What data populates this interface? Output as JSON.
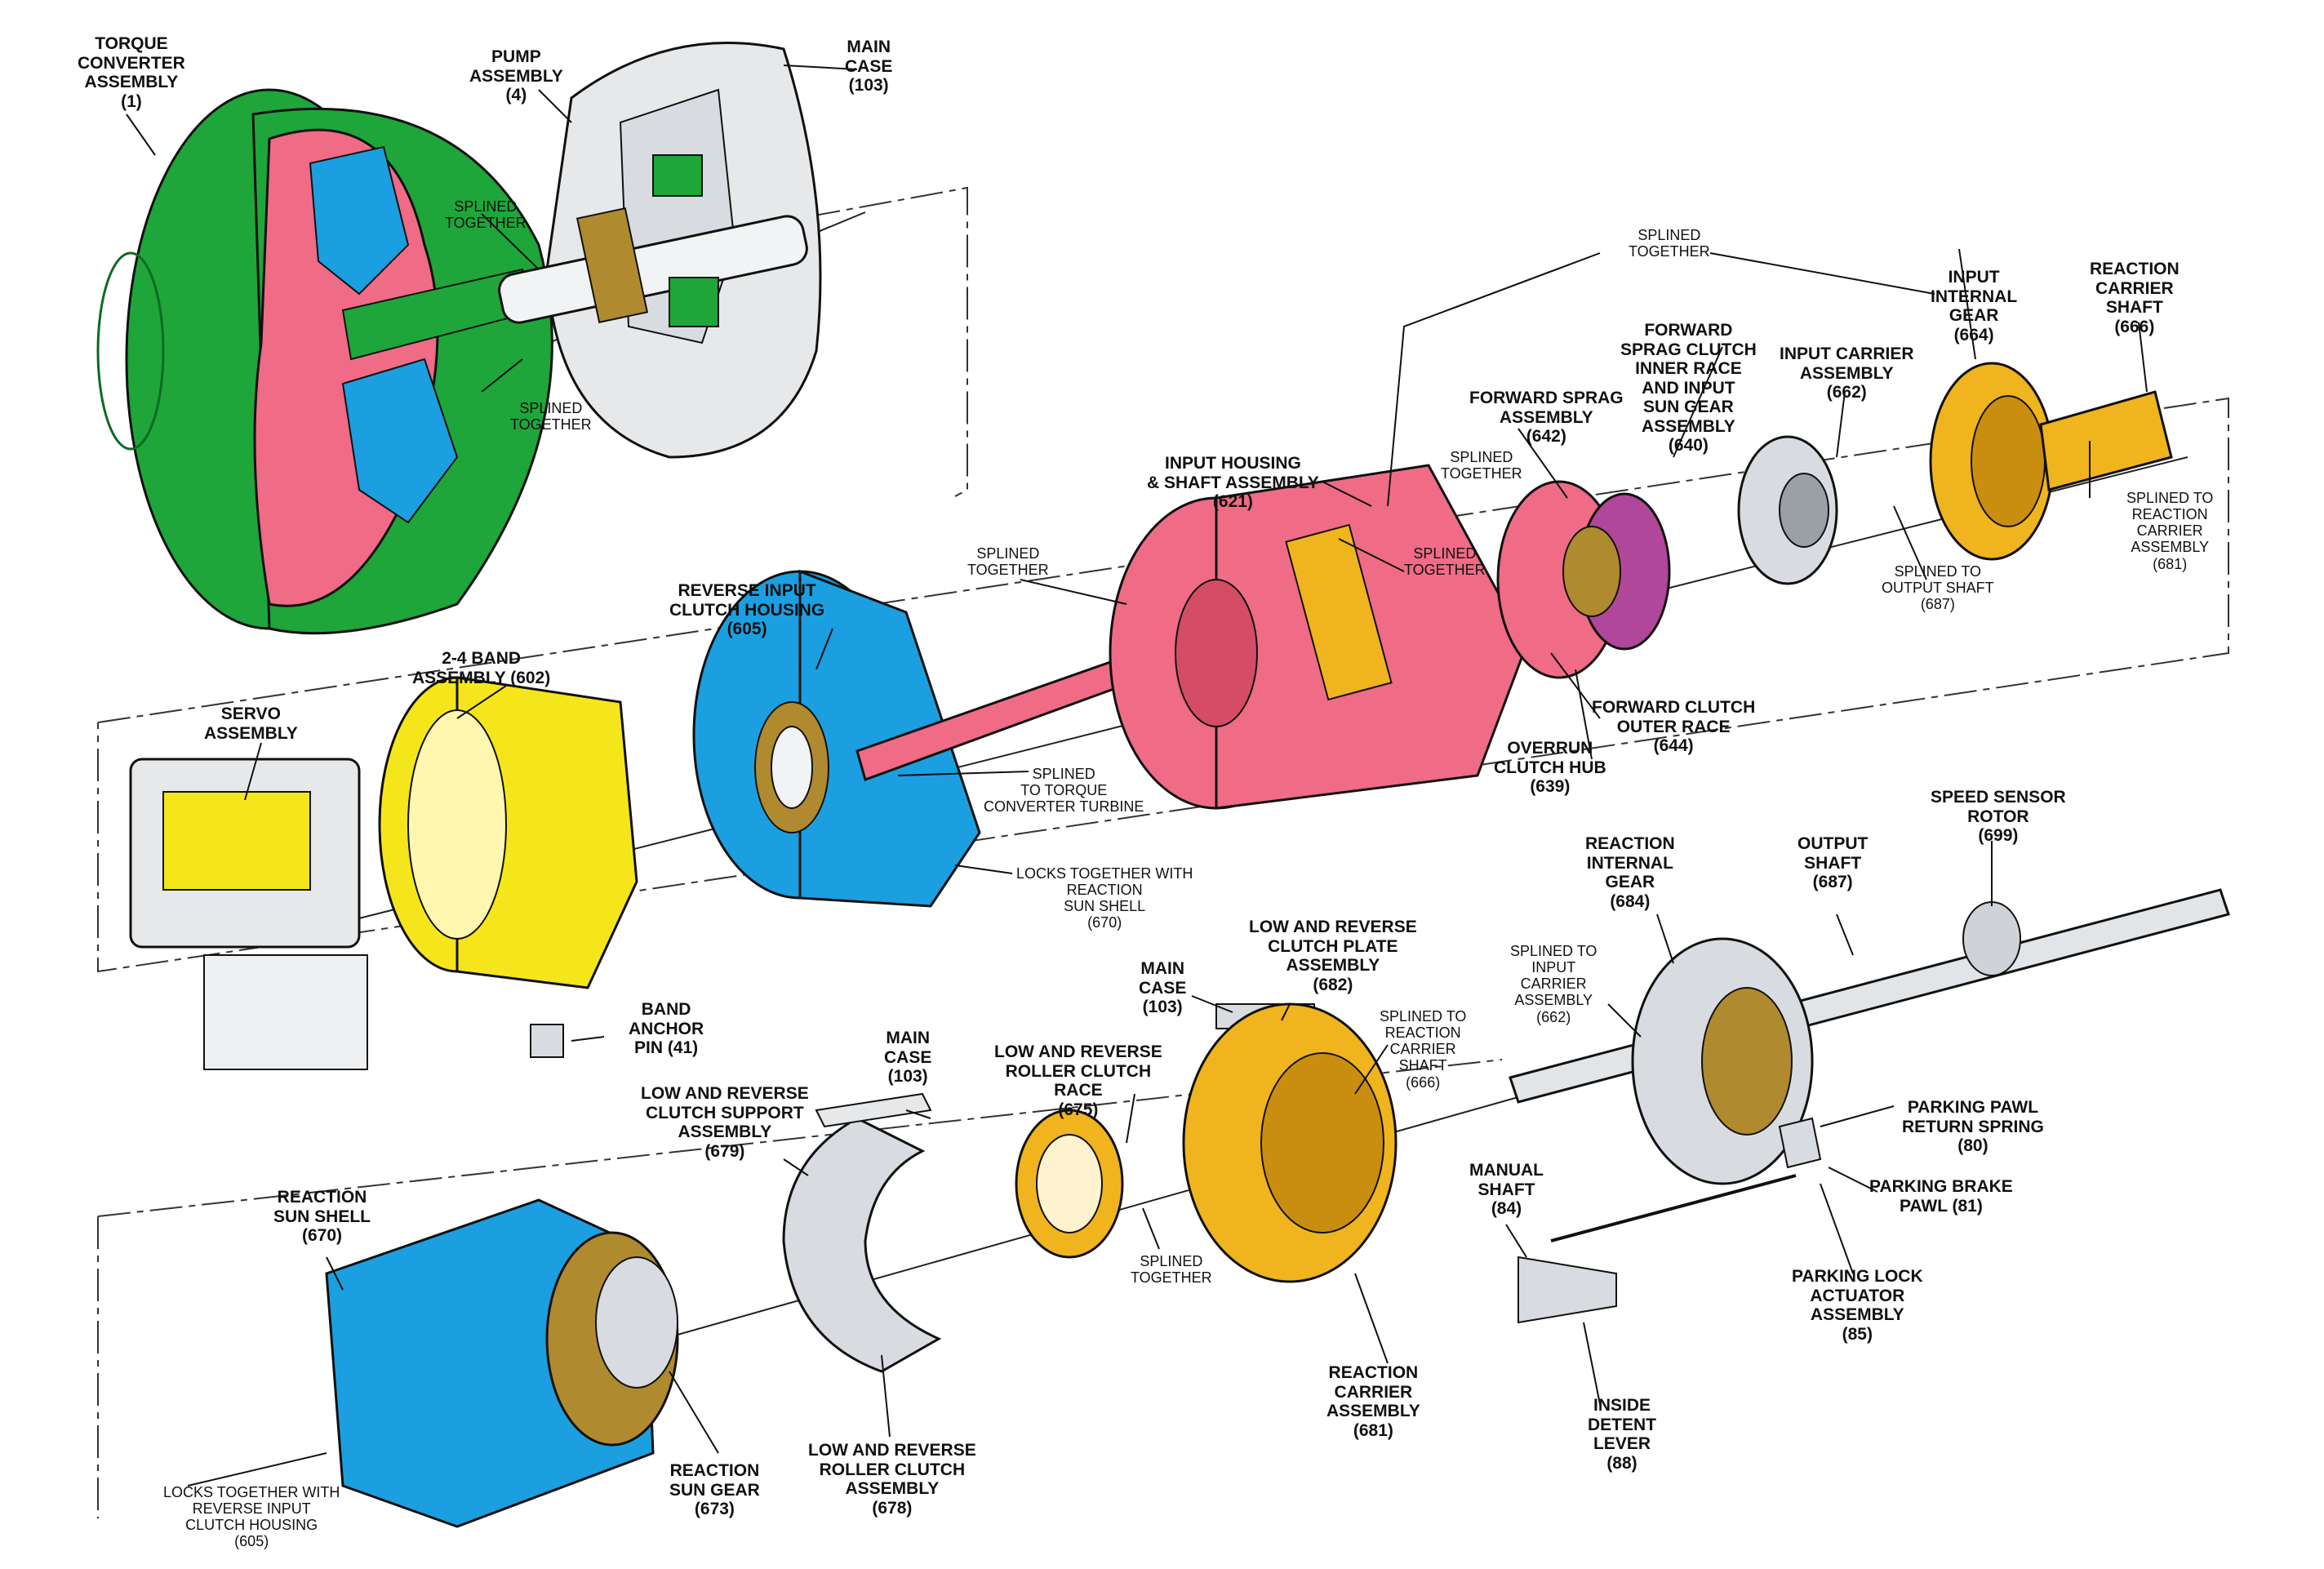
{
  "colors": {
    "green": "#1ea63a",
    "pink": "#ef6b86",
    "blue": "#1c9fe0",
    "yellow": "#f5e61c",
    "gold": "#f0b41e",
    "gray": "#d8dce0",
    "bronze": "#b08a2e",
    "line": "#111111"
  },
  "labels": {
    "torque_converter": [
      "TORQUE",
      "CONVERTER",
      "ASSEMBLY",
      "(1)"
    ],
    "pump_assembly": [
      "PUMP",
      "ASSEMBLY",
      "(4)"
    ],
    "main_case_top": [
      "MAIN",
      "CASE",
      "(103)"
    ],
    "splined_together_1": [
      "SPLINED",
      "TOGETHER"
    ],
    "splined_together_2": [
      "SPLINED",
      "TOGETHER"
    ],
    "splined_together_top": [
      "SPLINED",
      "TOGETHER"
    ],
    "input_internal_gear": [
      "INPUT",
      "INTERNAL",
      "GEAR",
      "(664)"
    ],
    "reaction_carrier_shaft": [
      "REACTION",
      "CARRIER",
      "SHAFT",
      "(666)"
    ],
    "forward_sprag_inner": [
      "FORWARD",
      "SPRAG CLUTCH",
      "INNER RACE",
      "AND INPUT",
      "SUN GEAR",
      "ASSEMBLY",
      "(640)"
    ],
    "input_carrier_assembly": [
      "INPUT CARRIER",
      "ASSEMBLY",
      "(662)"
    ],
    "forward_sprag_assembly": [
      "FORWARD SPRAG",
      "ASSEMBLY",
      "(642)"
    ],
    "splined_together_3": [
      "SPLINED",
      "TOGETHER"
    ],
    "input_housing": [
      "INPUT HOUSING",
      "& SHAFT ASSEMBLY",
      "(621)"
    ],
    "splined_to_reaction_carrier": [
      "SPLINED TO",
      "REACTION",
      "CARRIER",
      "ASSEMBLY",
      "(681)"
    ],
    "splined_to_output_shaft": [
      "SPLINED TO",
      "OUTPUT SHAFT",
      "(687)"
    ],
    "splined_together_4": [
      "SPLINED",
      "TOGETHER"
    ],
    "splined_together_5": [
      "SPLINED",
      "TOGETHER"
    ],
    "reverse_input_housing": [
      "REVERSE INPUT",
      "CLUTCH HOUSING",
      "(605)"
    ],
    "band_assembly": [
      "2-4 BAND",
      "ASSEMBLY (602)"
    ],
    "forward_clutch_outer": [
      "FORWARD CLUTCH",
      "OUTER RACE",
      "(644)"
    ],
    "overrun_clutch_hub": [
      "OVERRUN",
      "CLUTCH HUB",
      "(639)"
    ],
    "servo_assembly": [
      "SERVO",
      "ASSEMBLY"
    ],
    "splined_to_turbine": [
      "SPLINED",
      "TO TORQUE",
      "CONVERTER TURBINE"
    ],
    "locks_with_reaction": [
      "LOCKS TOGETHER WITH",
      "REACTION",
      "SUN SHELL",
      "(670)"
    ],
    "speed_sensor_rotor": [
      "SPEED SENSOR",
      "ROTOR",
      "(699)"
    ],
    "reaction_internal_gear": [
      "REACTION",
      "INTERNAL",
      "GEAR",
      "(684)"
    ],
    "output_shaft": [
      "OUTPUT",
      "SHAFT",
      "(687)"
    ],
    "low_rev_plate": [
      "LOW AND REVERSE",
      "CLUTCH PLATE",
      "ASSEMBLY",
      "(682)"
    ],
    "main_case_mid": [
      "MAIN",
      "CASE",
      "(103)"
    ],
    "splined_to_input_carrier": [
      "SPLINED TO",
      "INPUT",
      "CARRIER",
      "ASSEMBLY",
      "(662)"
    ],
    "splined_to_reaction_shaft": [
      "SPLINED TO",
      "REACTION",
      "CARRIER",
      "SHAFT",
      "(666)"
    ],
    "band_anchor_pin": [
      "BAND",
      "ANCHOR",
      "PIN (41)"
    ],
    "main_case_low": [
      "MAIN",
      "CASE",
      "(103)"
    ],
    "low_rev_roller_race": [
      "LOW AND REVERSE",
      "ROLLER CLUTCH",
      "RACE",
      "(675)"
    ],
    "low_rev_support": [
      "LOW AND REVERSE",
      "CLUTCH SUPPORT",
      "ASSEMBLY",
      "(679)"
    ],
    "parking_pawl_spring": [
      "PARKING PAWL",
      "RETURN SPRING",
      "(80)"
    ],
    "manual_shaft": [
      "MANUAL",
      "SHAFT",
      "(84)"
    ],
    "parking_brake_pawl": [
      "PARKING BRAKE",
      "PAWL (81)"
    ],
    "reaction_sun_shell": [
      "REACTION",
      "SUN SHELL",
      "(670)"
    ],
    "splined_together_6": [
      "SPLINED",
      "TOGETHER"
    ],
    "parking_lock_actuator": [
      "PARKING LOCK",
      "ACTUATOR",
      "ASSEMBLY",
      "(85)"
    ],
    "reaction_carrier_assembly": [
      "REACTION",
      "CARRIER",
      "ASSEMBLY",
      "(681)"
    ],
    "inside_detent_lever": [
      "INSIDE",
      "DETENT",
      "LEVER",
      "(88)"
    ],
    "low_rev_roller_clutch": [
      "LOW AND REVERSE",
      "ROLLER CLUTCH",
      "ASSEMBLY",
      "(678)"
    ],
    "reaction_sun_gear": [
      "REACTION",
      "SUN GEAR",
      "(673)"
    ],
    "locks_with_reverse": [
      "LOCKS TOGETHER WITH",
      "REVERSE INPUT",
      "CLUTCH HOUSING",
      "(605)"
    ]
  }
}
